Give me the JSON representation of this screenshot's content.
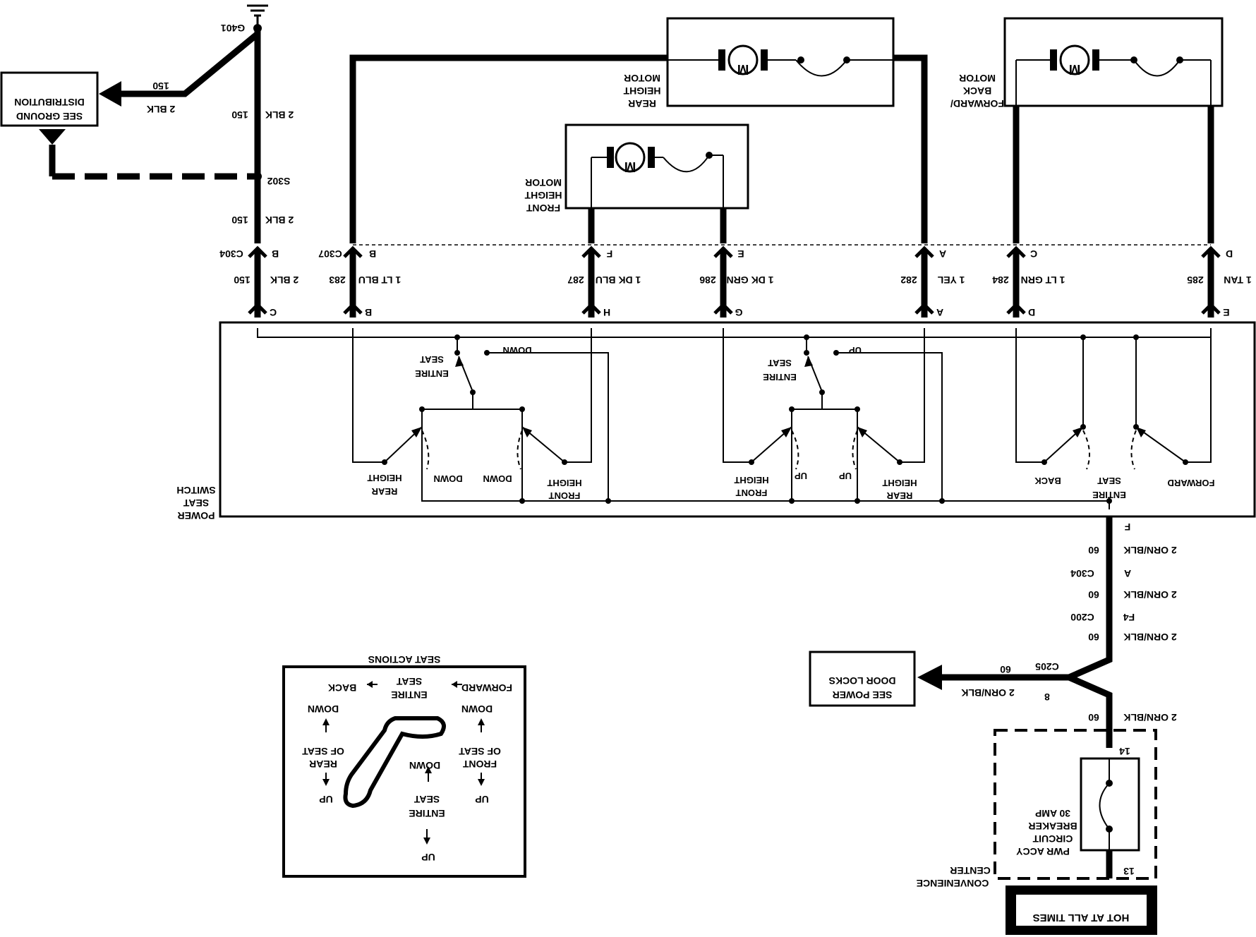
{
  "ground": {
    "g401": "G401",
    "see_ground": [
      "SEE GROUND",
      "DISTRIBUTION"
    ],
    "wire_150": "150",
    "wire_2blk": "2 BLK",
    "s302": "S302",
    "c304": "C304",
    "pin_b": "B",
    "pin_c": "C"
  },
  "motors": {
    "rear_height": [
      "REAR",
      "HEIGHT",
      "MOTOR"
    ],
    "front_height": [
      "FRONT",
      "HEIGHT",
      "MOTOR"
    ],
    "forward_back": [
      "FORWARD/",
      "BACK",
      "MOTOR"
    ],
    "symbol": "M"
  },
  "connector_c307": {
    "name": "C307",
    "pins": [
      "B",
      "F",
      "E",
      "A",
      "C",
      "D"
    ]
  },
  "wires": [
    {
      "color": "2 BLK",
      "circuit": "150",
      "switch_pin": "C"
    },
    {
      "color": "1 LT BLU",
      "circuit": "283",
      "switch_pin": "B"
    },
    {
      "color": "1 DK BLU",
      "circuit": "287",
      "switch_pin": "H"
    },
    {
      "color": "1 DK GRN",
      "circuit": "286",
      "switch_pin": "G"
    },
    {
      "color": "1 YEL",
      "circuit": "282",
      "switch_pin": "A"
    },
    {
      "color": "1 LT GRN",
      "circuit": "284",
      "switch_pin": "D"
    },
    {
      "color": "1 TAN",
      "circuit": "285",
      "switch_pin": "E"
    }
  ],
  "power_seat_switch": {
    "title": [
      "POWER",
      "SEAT",
      "SWITCH"
    ],
    "entire_seat": [
      "ENTIRE",
      "SEAT"
    ],
    "down": "DOWN",
    "up": "UP",
    "rear_height": [
      "REAR",
      "HEIGHT"
    ],
    "front_height": [
      "FRONT",
      "HEIGHT"
    ],
    "back": "BACK",
    "forward": "FORWARD",
    "pin_f": "F"
  },
  "feed": {
    "wire": "2 ORN/BLK",
    "circuit": "60",
    "c304": "C304",
    "c304_pin": "A",
    "c200": "C200",
    "c200_pin": "F4",
    "c205": "C205",
    "c205_pin": "8",
    "see_power_door_locks": [
      "SEE POWER",
      "DOOR LOCKS"
    ],
    "pin_14": "14",
    "pin_13": "13",
    "breaker": [
      "PWR ACCY",
      "CIRCUIT",
      "BREAKER",
      "30 AMP"
    ],
    "convenience_center": [
      "CONVENIENCE",
      "CENTER"
    ],
    "hot_at_all_times": "HOT AT ALL TIMES"
  },
  "seat_actions": {
    "title": "SEAT ACTIONS",
    "forward": "FORWARD",
    "back": "BACK",
    "entire_seat": [
      "ENTIRE",
      "SEAT"
    ],
    "down": "DOWN",
    "up": "UP",
    "front_of_seat": [
      "FRONT",
      "OF SEAT"
    ],
    "rear_of_seat": [
      "REAR",
      "OF SEAT"
    ]
  }
}
